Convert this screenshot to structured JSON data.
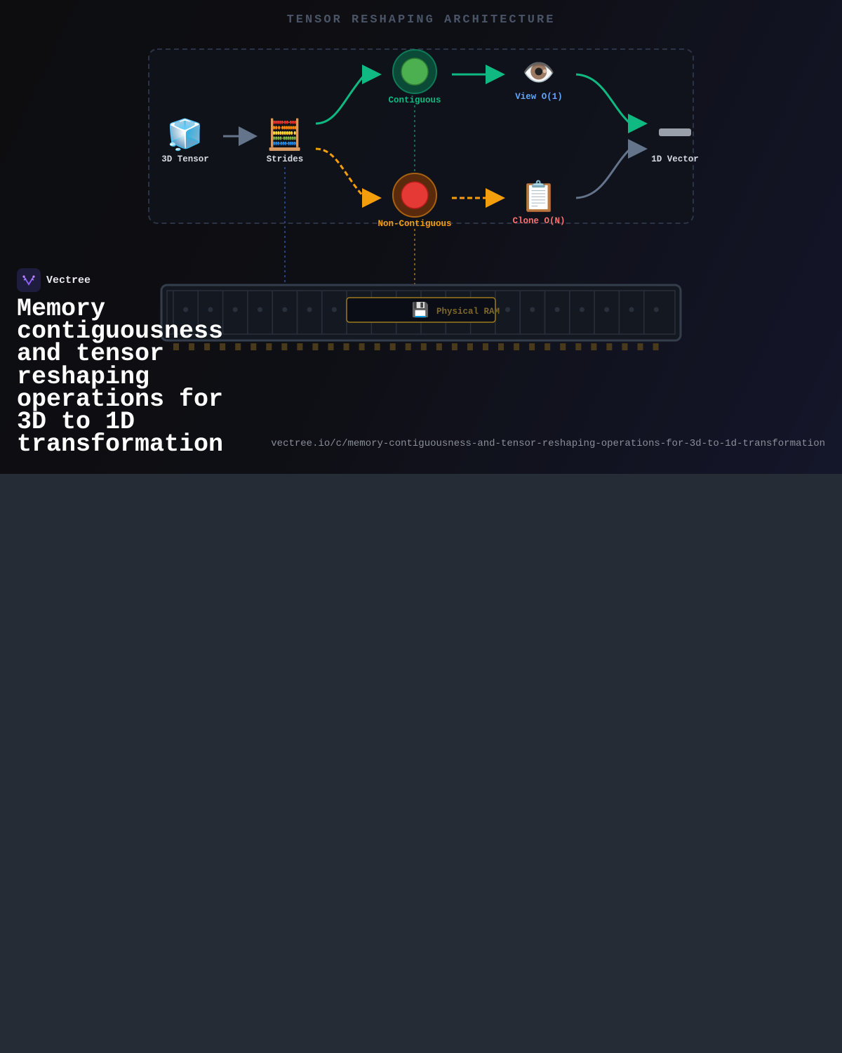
{
  "diagram": {
    "title": "TENSOR RESHAPING ARCHITECTURE",
    "nodes": {
      "tensor3d": {
        "label": "3D Tensor",
        "icon": "cube-icon"
      },
      "strides": {
        "label": "Strides",
        "icon": "abacus-icon"
      },
      "contiguous": {
        "label": "Contiguous",
        "icon": "green-circle-icon"
      },
      "non_contiguous": {
        "label": "Non-Contiguous",
        "icon": "red-circle-icon"
      },
      "view": {
        "label": "View O(1)",
        "icon": "eye-icon"
      },
      "clone": {
        "label": "Clone O(N)",
        "icon": "clipboard-icon"
      },
      "vector1d": {
        "label": "1D Vector",
        "icon": "minus-icon"
      }
    },
    "memory": {
      "label": "Physical RAM",
      "icon": "floppy-disk-icon"
    },
    "colors": {
      "contiguous": "#10b981",
      "non_contiguous": "#f59e0b",
      "view": "#60a5fa",
      "clone": "#f87171",
      "neutral": "#64748b"
    }
  },
  "brand": {
    "name": "Vectree",
    "logo_icon": "vectree-logo-icon"
  },
  "page": {
    "title": "Memory contiguousness and tensor reshaping operations for 3D to 1D transformation",
    "url": "vectree.io/c/memory-contiguousness-and-tensor-reshaping-operations-for-3d-to-1d-transformation"
  }
}
